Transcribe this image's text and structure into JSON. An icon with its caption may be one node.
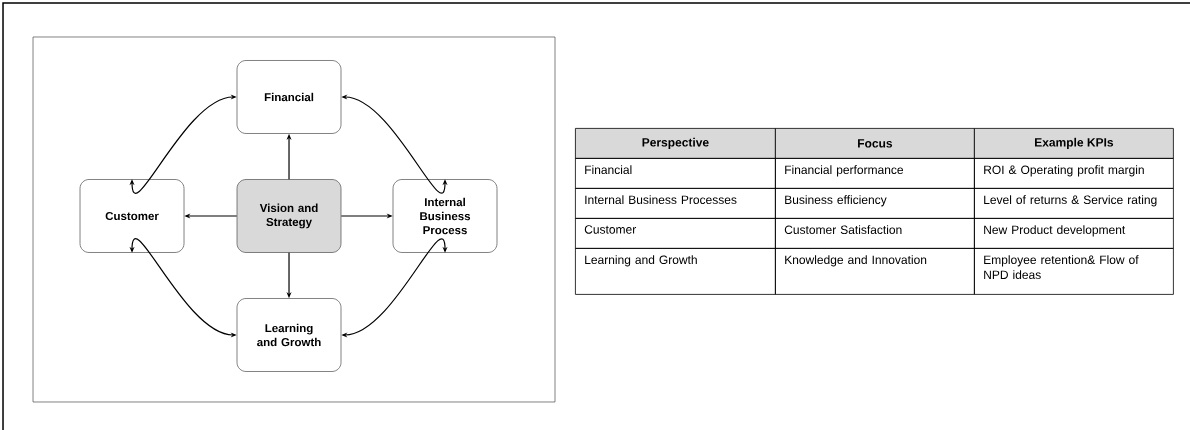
{
  "diagram": {
    "nodes": [
      {
        "text": [
          "Financial"
        ]
      },
      {
        "text": [
          "Customer"
        ]
      },
      {
        "text": [
          "Vision and Strategy"
        ]
      },
      {
        "text": [
          "Internal Business Process"
        ]
      },
      {
        "text": [
          "Learning and Growth"
        ]
      }
    ],
    "edges": [
      {
        "from": 2,
        "to": 0,
        "arrow": "to"
      },
      {
        "from": 2,
        "to": 1,
        "arrow": "to"
      },
      {
        "from": 2,
        "to": 3,
        "arrow": "to"
      },
      {
        "from": 2,
        "to": 4,
        "arrow": "to"
      },
      {
        "from": 1,
        "to": 0,
        "arrow": "both"
      },
      {
        "from": 0,
        "to": 3,
        "arrow": "both"
      },
      {
        "from": 1,
        "to": 4,
        "arrow": "both"
      },
      {
        "from": 4,
        "to": 3,
        "arrow": "both"
      }
    ],
    "labels": [
      "Perspective",
      "Focus",
      "Example KPIs",
      "Financial",
      "Financial performance",
      "ROI & Operating profit margin",
      "Internal Business Processes",
      "Business efficiency",
      "Level of returns & Service rating",
      "Customer",
      "Customer Satisfaction",
      "New Product development",
      "Learning and Growth",
      "Knowledge and Innovation",
      "Employee retention& Flow of NPD ideas"
    ]
  }
}
